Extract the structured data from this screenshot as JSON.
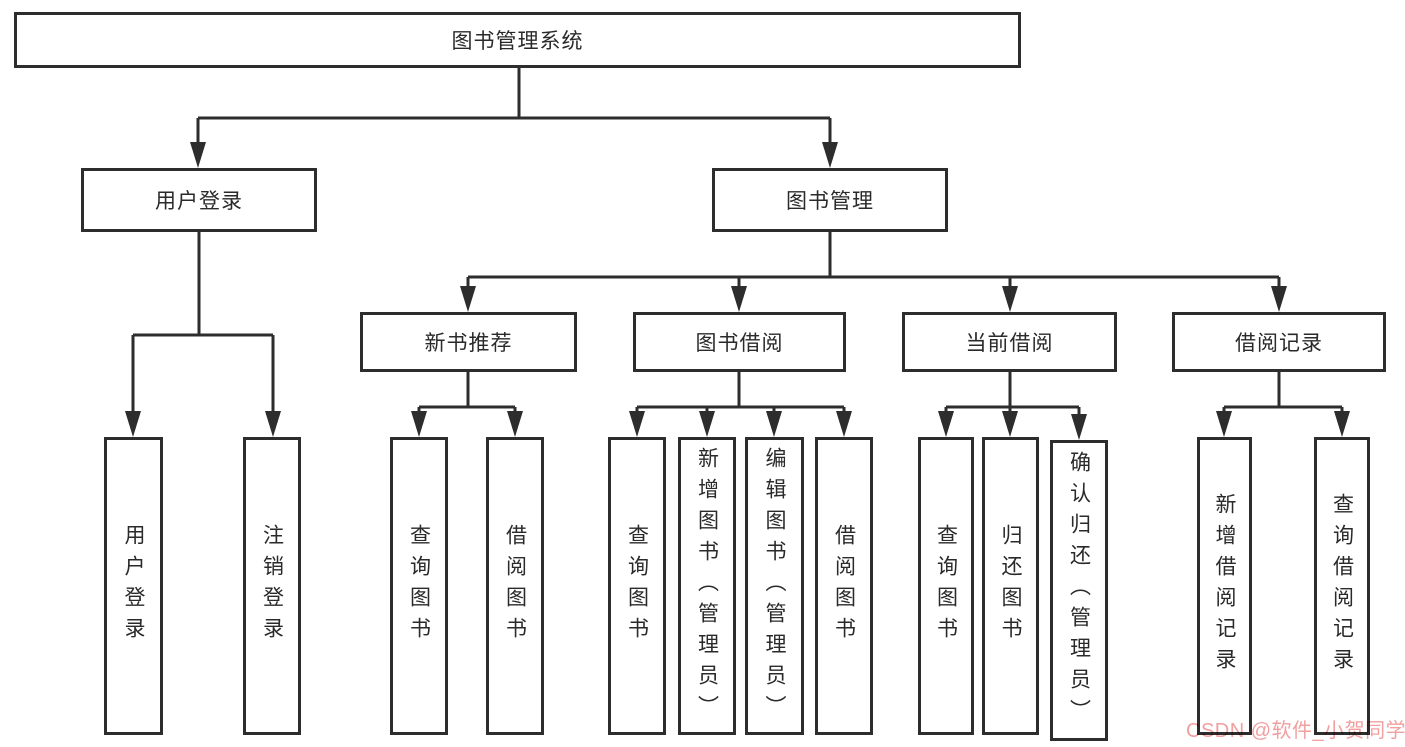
{
  "colors": {
    "line": "#2d2d2d",
    "box_border": "#2d2d2d",
    "box_fill": "#ffffff",
    "text": "#2a2a2a",
    "watermark": "#f19f9f",
    "background": "#ffffff"
  },
  "diagram": {
    "root": "图书管理系统",
    "branches": [
      {
        "label": "用户登录",
        "children": [
          "用户登录",
          "注销登录"
        ]
      },
      {
        "label": "图书管理",
        "groups": [
          {
            "label": "新书推荐",
            "children": [
              "查询图书",
              "借阅图书"
            ]
          },
          {
            "label": "图书借阅",
            "children": [
              "查询图书",
              "新增图书（管理员）",
              "编辑图书（管理员）",
              "借阅图书"
            ]
          },
          {
            "label": "当前借阅",
            "children": [
              "查询图书",
              "归还图书",
              "确认归还（管理员）"
            ]
          },
          {
            "label": "借阅记录",
            "children": [
              "新增借阅记录",
              "查询借阅记录"
            ]
          }
        ]
      }
    ]
  },
  "watermark": {
    "text": "CSDN @软件_小贺同学"
  }
}
